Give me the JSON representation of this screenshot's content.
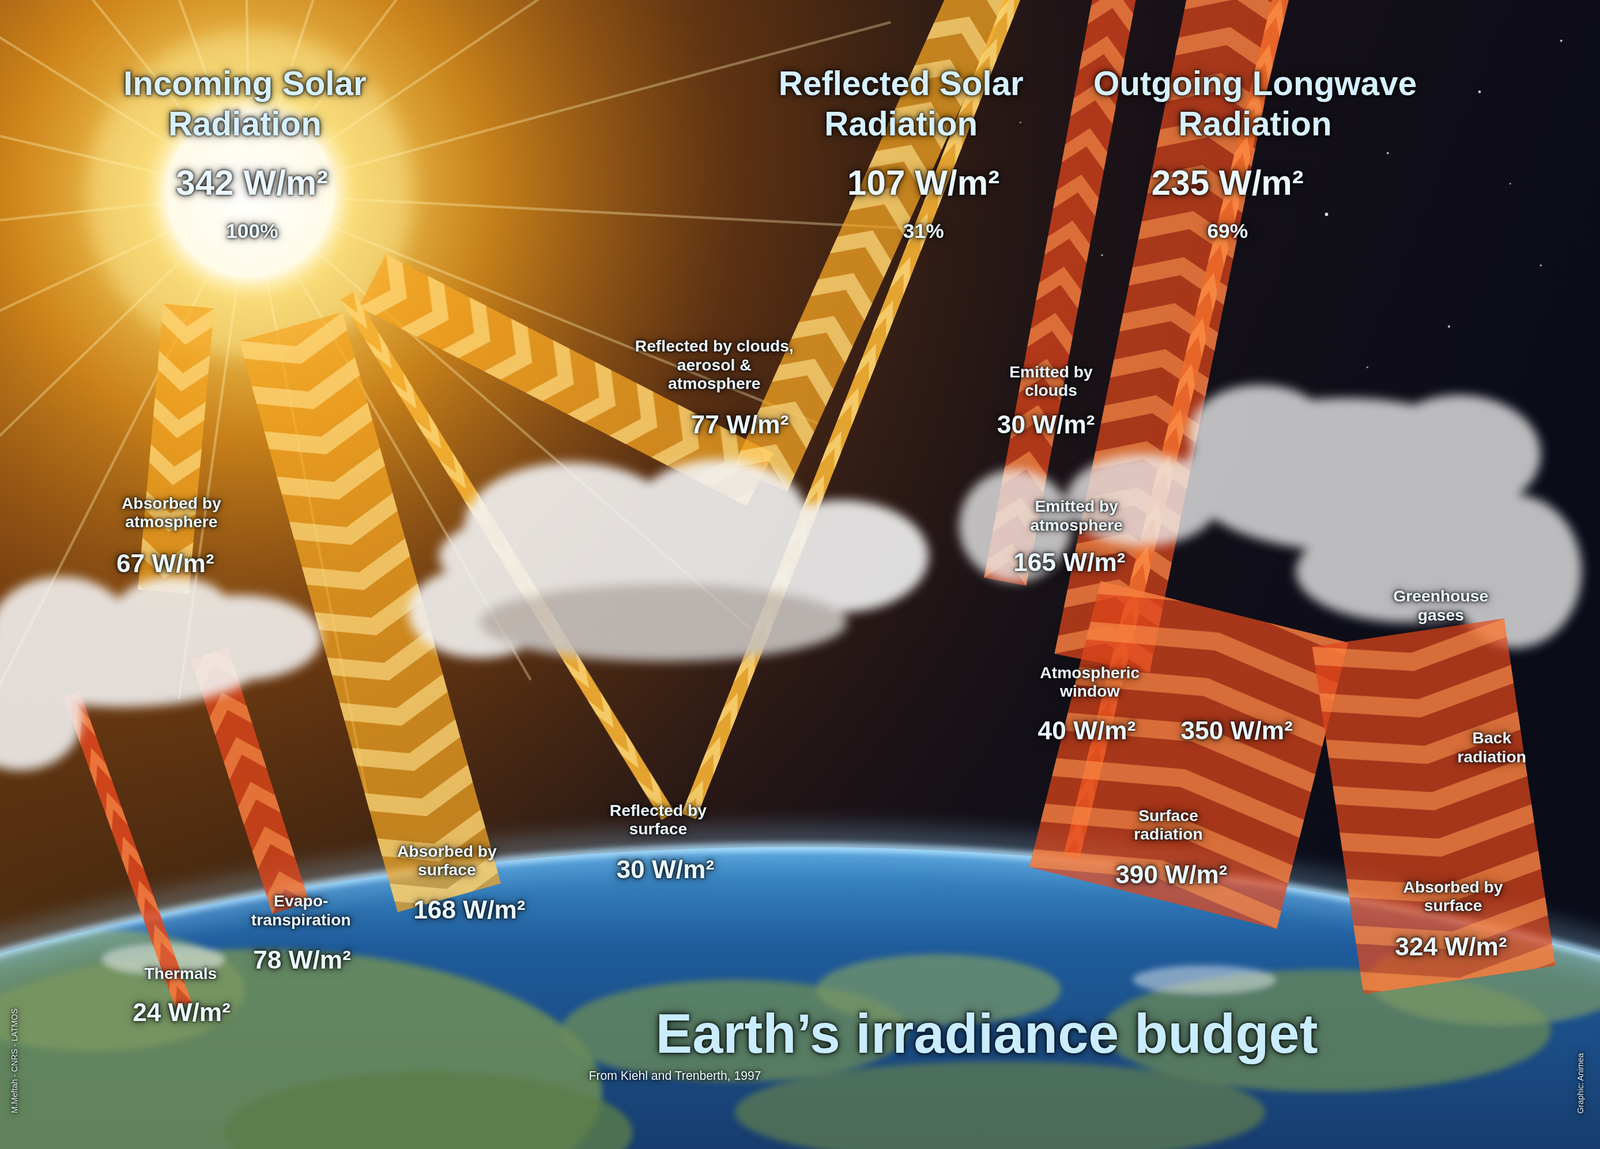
{
  "diagram": {
    "title": "Earth’s irradiance budget",
    "caption": "From Kiehl and Trenberth, 1997",
    "labels": [
      "Incoming Solar Radiation",
      "342 W/m²",
      "100%",
      "Reflected Solar Radiation",
      "107 W/m²",
      "31%",
      "Outgoing Longwave Radiation",
      "235 W/m²",
      "69%",
      "Reflected by clouds, aerosol & atmosphere",
      "77 W/m²",
      "Emitted by clouds",
      "30 W/m²",
      "Absorbed by atmosphere",
      "67 W/m²",
      "Emitted by atmosphere",
      "165 W/m²",
      "Greenhouse gases",
      "Atmospheric window",
      "40 W/m²",
      "350 W/m²",
      "Back radiation",
      "Reflected by surface",
      "30 W/m²",
      "Surface radiation",
      "390 W/m²",
      "Absorbed by surface",
      "168 W/m²",
      "Evapo- transpiration",
      "78 W/m²",
      "Thermals",
      "24 W/m²",
      "Absorbed by surface",
      "324 W/m²",
      "M.Meftah - CNRS - LATMOS",
      "Graphic: Animea"
    ]
  }
}
